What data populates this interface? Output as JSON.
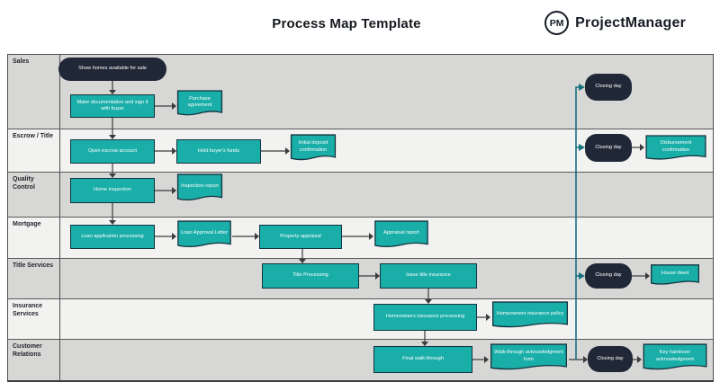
{
  "header": {
    "title": "Process Map Template",
    "logo": {
      "badge": "PM",
      "brand": "ProjectManager"
    }
  },
  "colors": {
    "process_fill": "#1aaea8",
    "terminal_fill": "#202736",
    "shape_border": "#14333f",
    "connector": "#3c3c3c",
    "closing_connector": "#17717f",
    "lane_shade_dark": "#d7d7d6",
    "lane_shade_light": "#f2f2f1"
  },
  "lanes": [
    {
      "label": "Sales"
    },
    {
      "label": "Escrow / Title"
    },
    {
      "label": "Quality Control"
    },
    {
      "label": "Mortgage"
    },
    {
      "label": "Title Services"
    },
    {
      "label": "Insurance Services"
    },
    {
      "label": "Customer Relations"
    }
  ],
  "nodes": {
    "sales_start": "Show homes available for sale",
    "sales_make_docs": "Make documentation and sign it with buyer",
    "sales_purchase_agreement": "Purchase agreement",
    "sales_closing_day": "Closing day",
    "escrow_open_account": "Open escrow account",
    "escrow_hold_funds": "Hold buyer's funds",
    "escrow_initial_deposit": "Initial deposit confirmation",
    "escrow_closing_day": "Closing day",
    "escrow_disbursement": "Disbursement confirmation",
    "qc_home_inspection": "Home inspection",
    "qc_inspection_report": "Inspection report",
    "mortgage_loan_processing": "Loan application processing",
    "mortgage_loan_letter": "Loan Approval Letter",
    "mortgage_property_appraisal": "Property appraisal",
    "mortgage_appraisal_report": "Appraisal report",
    "title_processing": "Title Processing",
    "title_issue_insurance": "Issue title insurance",
    "title_closing_day": "Closing day",
    "title_house_deed": "House deed",
    "insurance_processing": "Homeowners insurance processing",
    "insurance_policy": "Homeowners insurance policy",
    "customer_walkthrough": "Final walk-through",
    "customer_ack_form": "Walk-through acknowledgment form",
    "customer_closing_day": "Closing day",
    "customer_key_handover": "Key handover acknowledgment"
  }
}
